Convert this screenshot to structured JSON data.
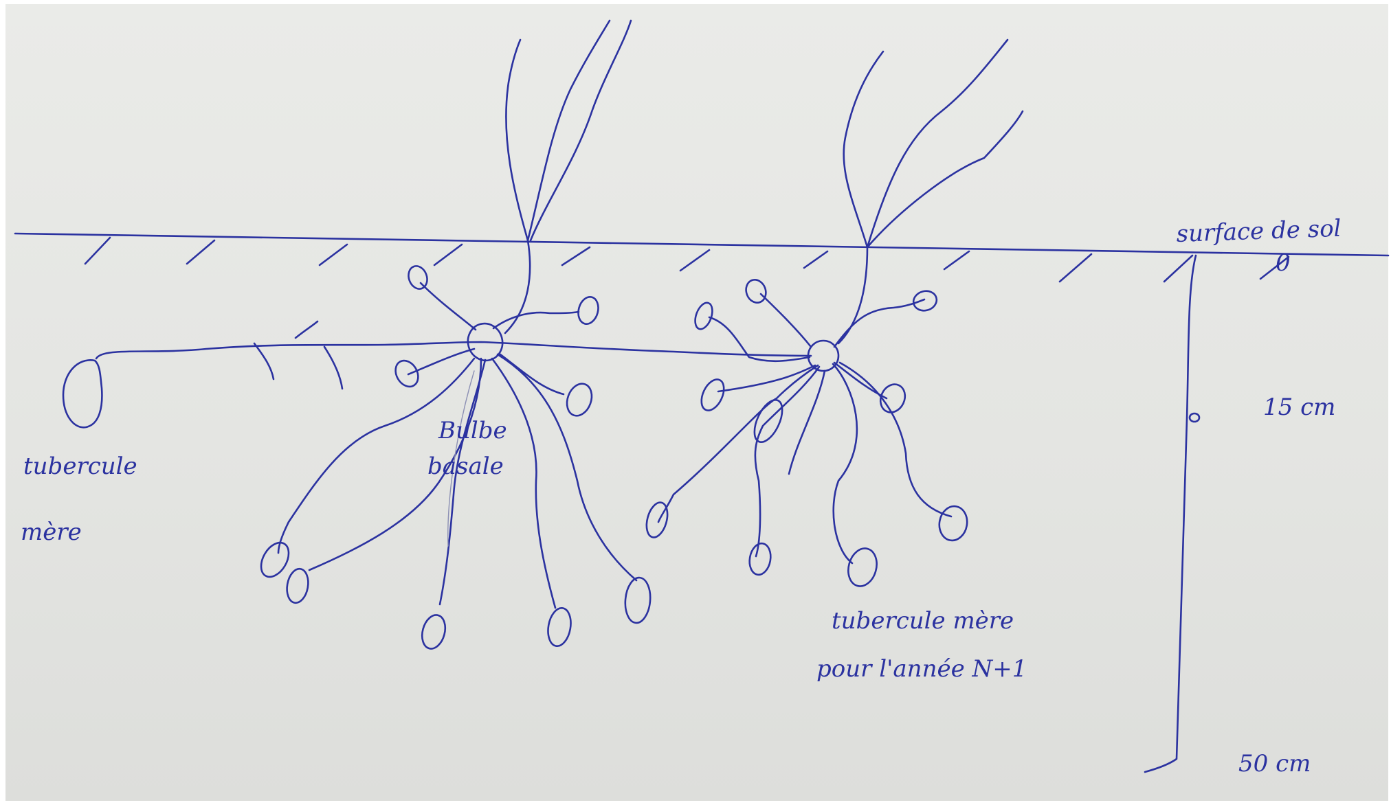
{
  "labels": {
    "mother_tuber_line1": "tubercule",
    "mother_tuber_line2": "mère",
    "basal_bulb_line1": "Bulbe",
    "basal_bulb_line2": "basale",
    "new_tuber_line1": "tubercule mère",
    "new_tuber_line2": "pour l'année N+1",
    "soil_surface": "surface de sol",
    "zero_mark": "0",
    "depth_15": "15 cm",
    "depth_50": "50 cm"
  },
  "colors": {
    "ink": "#2b32a0",
    "paper": "#e6e7e4"
  }
}
